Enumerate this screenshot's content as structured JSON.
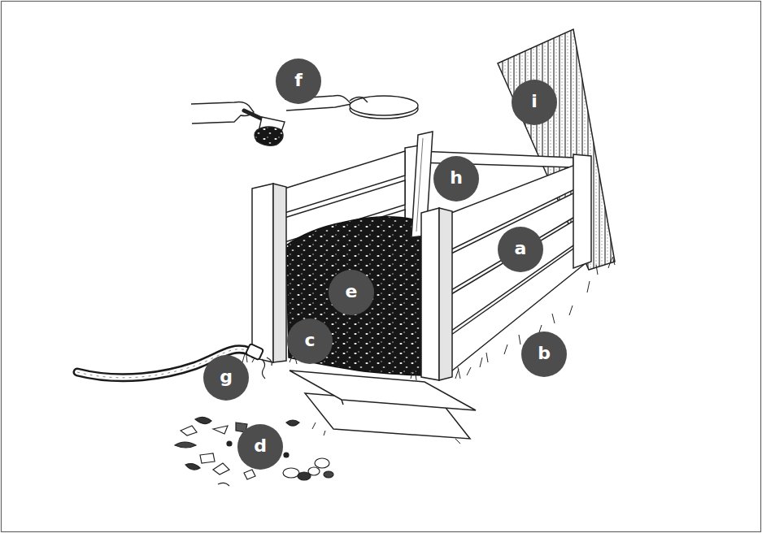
{
  "diagram": {
    "labels": [
      "f",
      "i",
      "h",
      "a",
      "e",
      "c",
      "b",
      "g",
      "d"
    ]
  }
}
